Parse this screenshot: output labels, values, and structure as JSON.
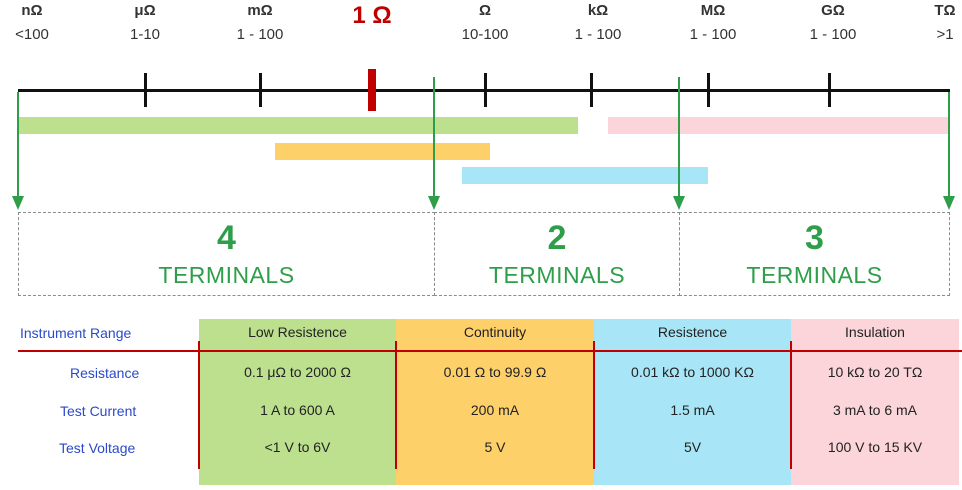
{
  "scale": {
    "units": [
      {
        "label": "nΩ",
        "range": "<100"
      },
      {
        "label": "μΩ",
        "range": "1-10"
      },
      {
        "label": "mΩ",
        "range": "1 - 100"
      },
      {
        "label": "1 Ω",
        "range": ""
      },
      {
        "label": "Ω",
        "range": "10-100"
      },
      {
        "label": "kΩ",
        "range": "1 - 100"
      },
      {
        "label": "MΩ",
        "range": "1 - 100"
      },
      {
        "label": "GΩ",
        "range": "1 - 100"
      },
      {
        "label": "TΩ",
        "range": ">1"
      }
    ]
  },
  "zones": [
    {
      "number": "4",
      "label": "TERMINALS"
    },
    {
      "number": "2",
      "label": "TERMINALS"
    },
    {
      "number": "3",
      "label": "TERMINALS"
    }
  ],
  "colors": {
    "low_resistance": "#bde08f",
    "continuity": "#fdd06a",
    "resistance": "#a8e6f7",
    "insulation": "#fbd5da",
    "accent_red": "#c00000",
    "accent_green": "#2e9e4a",
    "label_blue": "#2b49c8"
  },
  "table": {
    "header_label": "Instrument Range",
    "row_labels": [
      "Resistance",
      "Test Current",
      "Test Voltage"
    ],
    "columns": [
      {
        "name": "Low Resistence",
        "values": [
          "0.1 μΩ to 2000 Ω",
          "1 A to 600 A",
          "<1 V to 6V"
        ]
      },
      {
        "name": "Continuity",
        "values": [
          "0.01 Ω to 99.9 Ω",
          "200 mA",
          "5 V"
        ]
      },
      {
        "name": "Resistence",
        "values": [
          "0.01 kΩ to 1000 KΩ",
          "1.5 mA",
          "5V"
        ]
      },
      {
        "name": "Insulation",
        "values": [
          "10 kΩ to 20 TΩ",
          "3 mA to 6 mA",
          "100 V to 15 KV"
        ]
      }
    ]
  }
}
